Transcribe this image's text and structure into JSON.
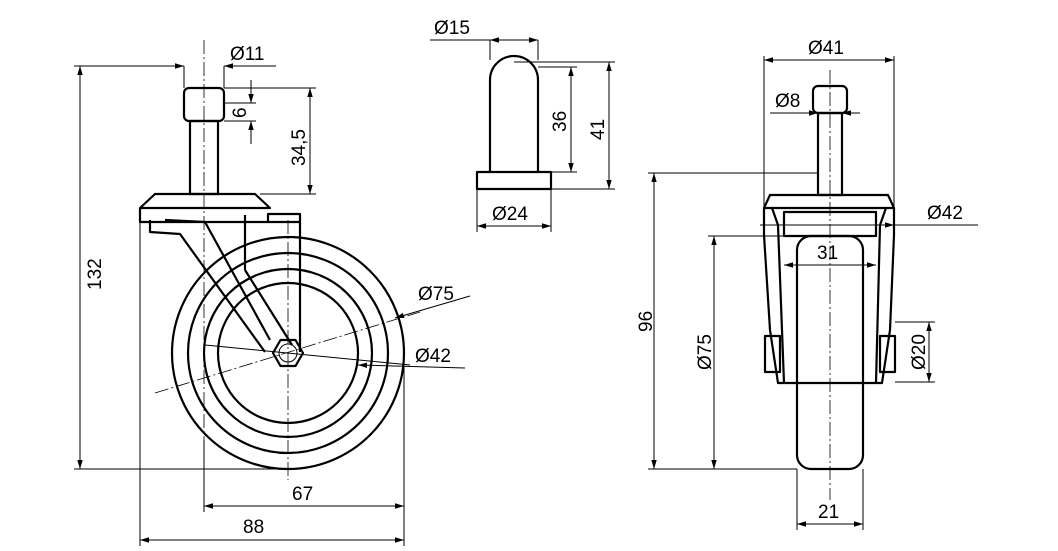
{
  "views": {
    "side": {
      "stem_diameter": "Ø11",
      "groove_height": "6",
      "stem_height": "34,5",
      "overall_height": "132",
      "wheel_diameter": "Ø75",
      "hub_diameter": "Ø42",
      "swivel_offset": "67",
      "overall_length": "88"
    },
    "sleeve": {
      "top_diameter": "Ø15",
      "inner_height": "36",
      "total_height": "41",
      "flange_diameter": "Ø24"
    },
    "front": {
      "plate_width": "Ø41",
      "stem_diameter": "Ø8",
      "plate_diameter": "Ø42",
      "fork_inner_width": "31",
      "wheel_height": "96",
      "wheel_diameter": "Ø75",
      "axle_boss_diameter": "Ø20",
      "tread_width": "21"
    }
  }
}
